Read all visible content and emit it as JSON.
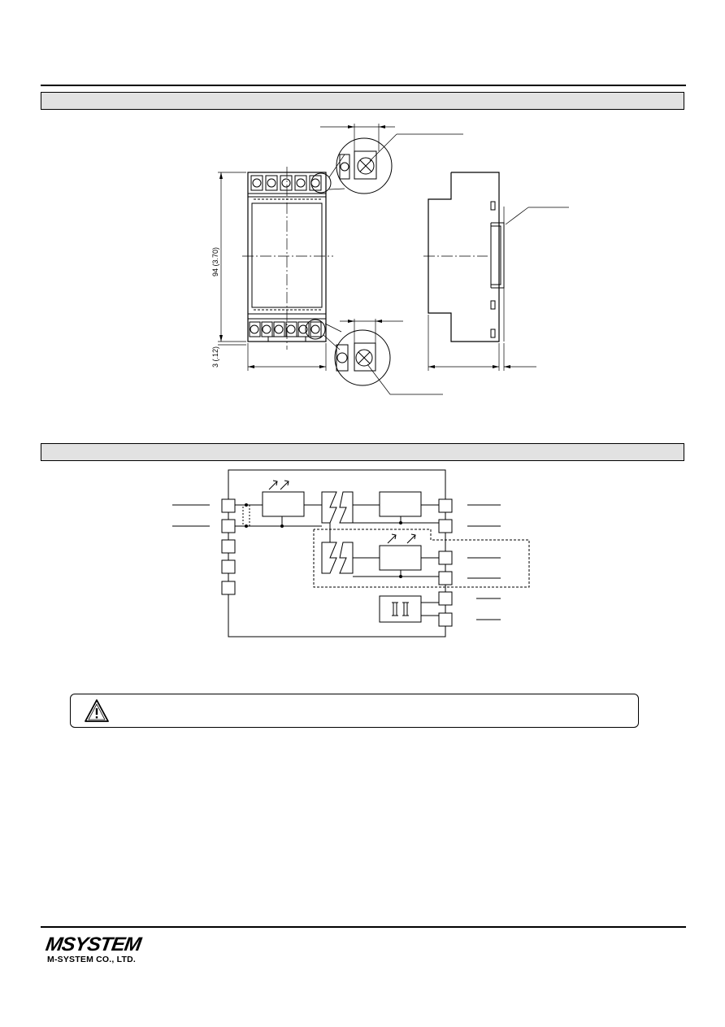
{
  "dimensions": {
    "height_label": "94 (3.70)",
    "base_label": "3 (.12)"
  },
  "brand": {
    "logo": "MSYSTEM",
    "company": "M-SYSTEM CO., LTD."
  },
  "icons": {
    "warning": "warning-triangle-icon"
  }
}
